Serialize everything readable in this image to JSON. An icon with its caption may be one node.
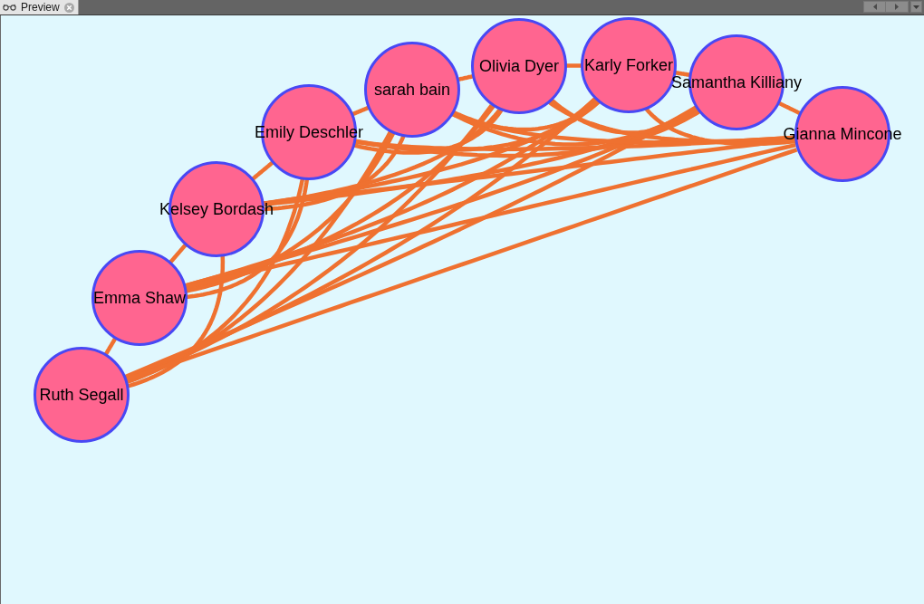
{
  "diagram": {
    "nodes": [
      {
        "text": [
          "Ruth Segall"
        ]
      },
      {
        "text": [
          "Emma Shaw"
        ]
      },
      {
        "text": [
          "Kelsey Bordash"
        ]
      },
      {
        "text": [
          "Emily Deschler"
        ]
      },
      {
        "text": [
          "sarah bain"
        ]
      },
      {
        "text": [
          "Olivia Dyer"
        ]
      },
      {
        "text": [
          "Karly Forker"
        ]
      },
      {
        "text": [
          "Samantha Killiany"
        ]
      },
      {
        "text": [
          "Gianna Mincone"
        ]
      }
    ],
    "edges": [
      {
        "from": 0,
        "to": 1,
        "arrow": "none"
      },
      {
        "from": 0,
        "to": 2,
        "arrow": "none"
      },
      {
        "from": 0,
        "to": 3,
        "arrow": "none"
      },
      {
        "from": 0,
        "to": 4,
        "arrow": "none"
      },
      {
        "from": 0,
        "to": 5,
        "arrow": "none"
      },
      {
        "from": 0,
        "to": 6,
        "arrow": "none"
      },
      {
        "from": 0,
        "to": 7,
        "arrow": "none"
      },
      {
        "from": 0,
        "to": 8,
        "arrow": "none"
      },
      {
        "from": 1,
        "to": 2,
        "arrow": "none"
      },
      {
        "from": 1,
        "to": 3,
        "arrow": "none"
      },
      {
        "from": 1,
        "to": 4,
        "arrow": "none"
      },
      {
        "from": 1,
        "to": 5,
        "arrow": "none"
      },
      {
        "from": 1,
        "to": 6,
        "arrow": "none"
      },
      {
        "from": 1,
        "to": 7,
        "arrow": "none"
      },
      {
        "from": 1,
        "to": 8,
        "arrow": "none"
      },
      {
        "from": 2,
        "to": 3,
        "arrow": "none"
      },
      {
        "from": 2,
        "to": 4,
        "arrow": "none"
      },
      {
        "from": 2,
        "to": 5,
        "arrow": "none"
      },
      {
        "from": 2,
        "to": 6,
        "arrow": "none"
      },
      {
        "from": 2,
        "to": 7,
        "arrow": "none"
      },
      {
        "from": 2,
        "to": 8,
        "arrow": "none"
      },
      {
        "from": 3,
        "to": 4,
        "arrow": "none"
      },
      {
        "from": 3,
        "to": 5,
        "arrow": "none"
      },
      {
        "from": 3,
        "to": 6,
        "arrow": "none"
      },
      {
        "from": 3,
        "to": 7,
        "arrow": "none"
      },
      {
        "from": 3,
        "to": 8,
        "arrow": "none"
      },
      {
        "from": 4,
        "to": 5,
        "arrow": "none"
      },
      {
        "from": 4,
        "to": 6,
        "arrow": "none"
      },
      {
        "from": 4,
        "to": 7,
        "arrow": "none"
      },
      {
        "from": 4,
        "to": 8,
        "arrow": "none"
      },
      {
        "from": 5,
        "to": 6,
        "arrow": "none"
      },
      {
        "from": 5,
        "to": 7,
        "arrow": "none"
      },
      {
        "from": 5,
        "to": 8,
        "arrow": "none"
      },
      {
        "from": 6,
        "to": 7,
        "arrow": "none"
      },
      {
        "from": 6,
        "to": 8,
        "arrow": "none"
      },
      {
        "from": 7,
        "to": 8,
        "arrow": "none"
      }
    ],
    "labels": [
      "Preview"
    ]
  }
}
